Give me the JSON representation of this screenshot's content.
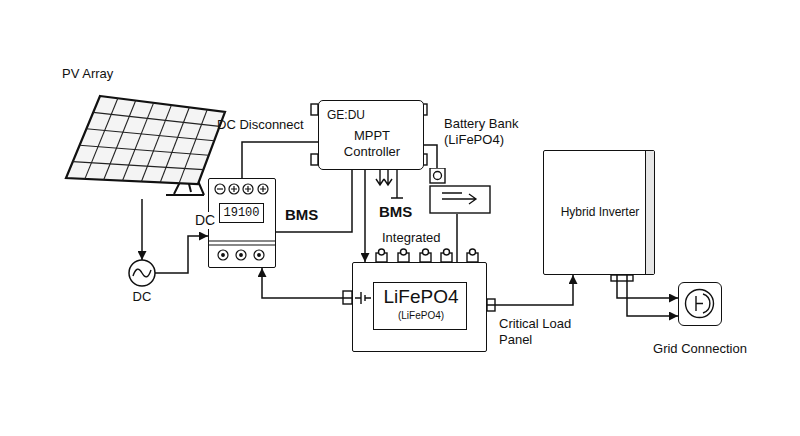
{
  "diagram": {
    "nodes": [
      {
        "text": [
          "PV Array"
        ]
      },
      {
        "text": [
          "DC"
        ]
      },
      {
        "text": [
          "DC Disconnect",
          "19100"
        ]
      },
      {
        "text": [
          "GE:DU",
          "MPPT Controller"
        ]
      },
      {
        "text": [
          "Battery Bank (LiFePO4)"
        ]
      },
      {
        "text": [
          "LiFePO4",
          "(LiFePO4)"
        ]
      },
      {
        "text": [
          "Hybrid Inverter"
        ]
      },
      {
        "text": [
          "Grid Connection"
        ]
      }
    ],
    "edges": [
      {
        "from": 0,
        "to": 1,
        "arrow": "to"
      },
      {
        "from": 1,
        "to": 2,
        "arrow": "to",
        "label": "DC"
      },
      {
        "from": 2,
        "to": 3,
        "arrow": "none"
      },
      {
        "from": 2,
        "to": 3,
        "arrow": "none",
        "label": "BMS"
      },
      {
        "from": 5,
        "to": 2,
        "arrow": "to"
      },
      {
        "from": 3,
        "to": 5,
        "arrow": "to"
      },
      {
        "from": 3,
        "to": 4,
        "arrow": "none"
      },
      {
        "from": 4,
        "to": 5,
        "arrow": "none"
      },
      {
        "from": 5,
        "to": 6,
        "arrow": "to",
        "label": "Critical Load Panel"
      },
      {
        "from": 6,
        "to": 7,
        "arrow": "to"
      },
      {
        "from": 6,
        "to": 7,
        "arrow": "to"
      }
    ],
    "labels": [
      "BMS",
      "Integrated"
    ]
  }
}
